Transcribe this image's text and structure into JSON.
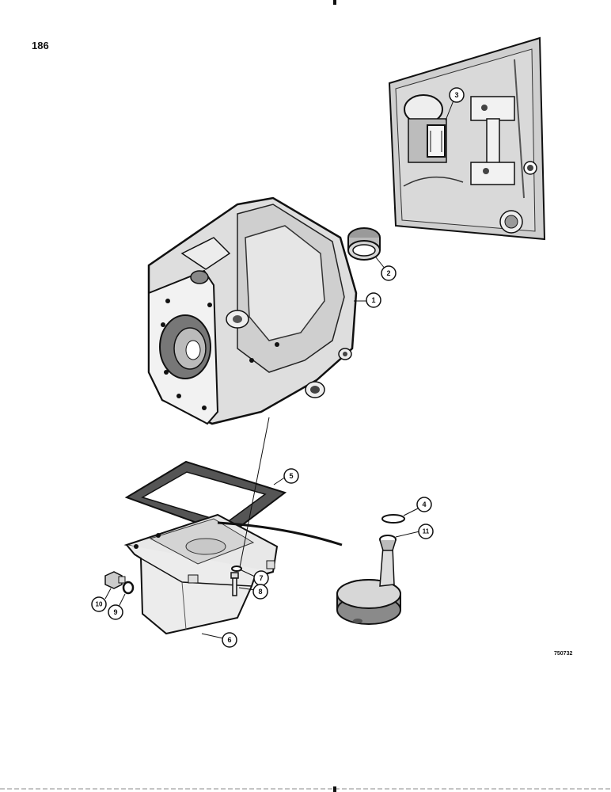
{
  "page_number": "186",
  "figure_code": "750732",
  "callouts": [
    {
      "label": "1"
    },
    {
      "label": "2"
    },
    {
      "label": "3"
    },
    {
      "label": "4"
    },
    {
      "label": "5"
    },
    {
      "label": "6"
    },
    {
      "label": "7"
    },
    {
      "label": "8"
    },
    {
      "label": "9"
    },
    {
      "label": "10"
    },
    {
      "label": "11"
    }
  ],
  "colors": {
    "ink": "#111111",
    "paper": "#ffffff",
    "shade": "#bdbdbd",
    "dark_shade": "#555555"
  }
}
